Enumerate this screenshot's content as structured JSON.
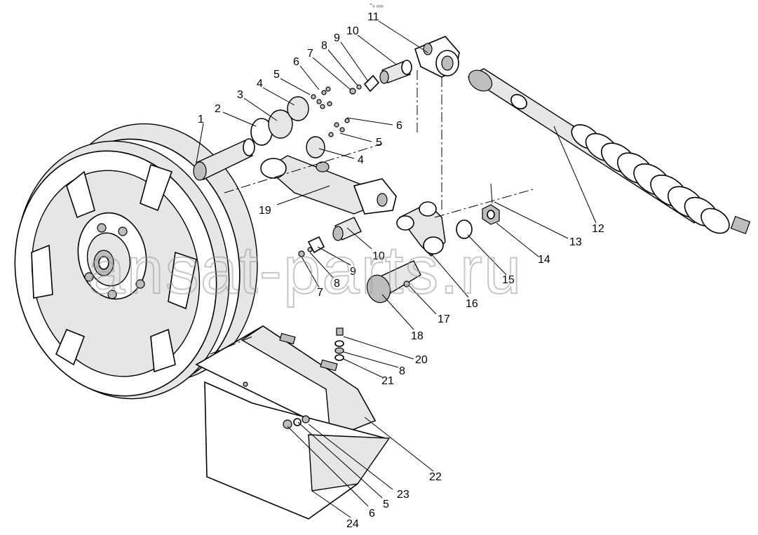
{
  "header_mark": "⁼₀ ₀₀₀",
  "watermark": "ansat-parts.ru",
  "callouts": [
    {
      "id": "c1",
      "text": "1"
    },
    {
      "id": "c2",
      "text": "2"
    },
    {
      "id": "c3",
      "text": "3"
    },
    {
      "id": "c4a",
      "text": "4"
    },
    {
      "id": "c5a",
      "text": "5"
    },
    {
      "id": "c6a",
      "text": "6"
    },
    {
      "id": "c7a",
      "text": "7"
    },
    {
      "id": "c8a",
      "text": "8"
    },
    {
      "id": "c9a",
      "text": "9"
    },
    {
      "id": "c10a",
      "text": "10"
    },
    {
      "id": "c11",
      "text": "11"
    },
    {
      "id": "c6b",
      "text": "6"
    },
    {
      "id": "c5b",
      "text": "5"
    },
    {
      "id": "c4b",
      "text": "4"
    },
    {
      "id": "c19",
      "text": "19"
    },
    {
      "id": "c12",
      "text": "12"
    },
    {
      "id": "c13",
      "text": "13"
    },
    {
      "id": "c14",
      "text": "14"
    },
    {
      "id": "c15",
      "text": "15"
    },
    {
      "id": "c10b",
      "text": "10"
    },
    {
      "id": "c9b",
      "text": "9"
    },
    {
      "id": "c8b",
      "text": "8"
    },
    {
      "id": "c7b",
      "text": "7"
    },
    {
      "id": "c16",
      "text": "16"
    },
    {
      "id": "c17",
      "text": "17"
    },
    {
      "id": "c18",
      "text": "18"
    },
    {
      "id": "c20",
      "text": "20"
    },
    {
      "id": "c8c",
      "text": "8"
    },
    {
      "id": "c21",
      "text": "21"
    },
    {
      "id": "c22",
      "text": "22"
    },
    {
      "id": "c23",
      "text": "23"
    },
    {
      "id": "c5c",
      "text": "5"
    },
    {
      "id": "c6c",
      "text": "6"
    },
    {
      "id": "c24",
      "text": "24"
    }
  ]
}
